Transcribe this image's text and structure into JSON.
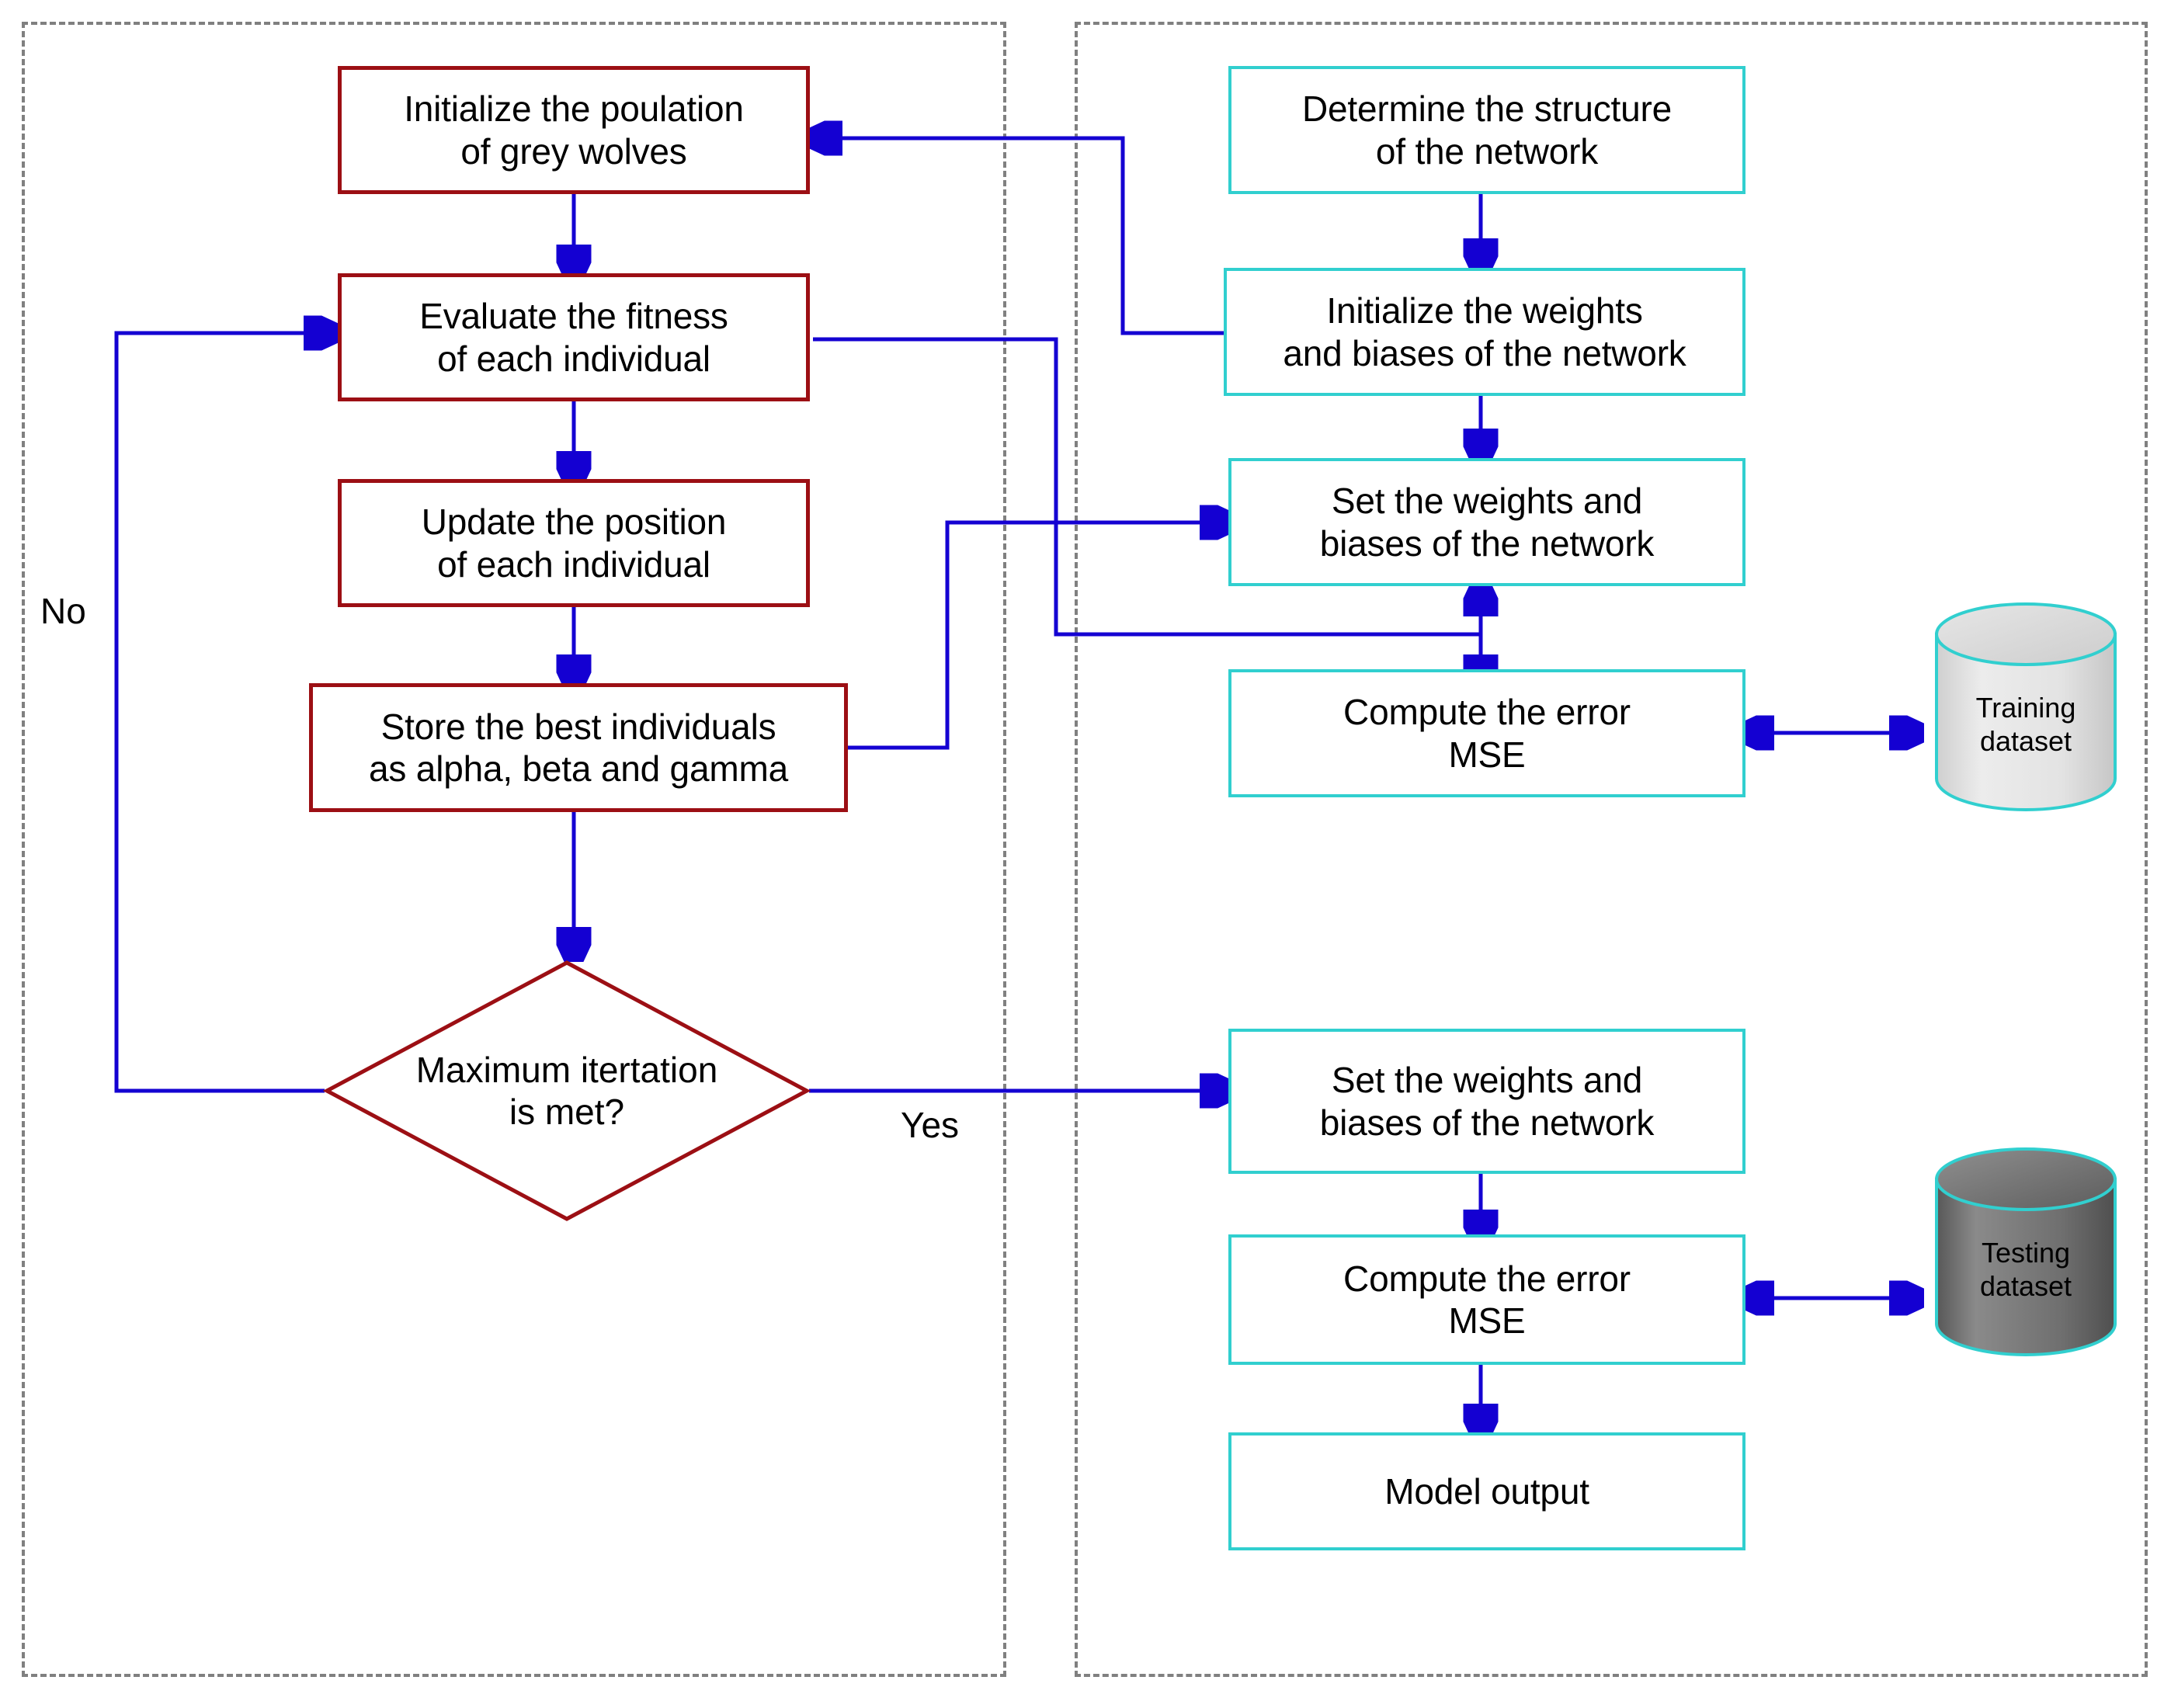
{
  "diagram": {
    "title": "Grey Wolf Optimizer trained neural network flowchart",
    "colors": {
      "gwo_box_border": "#9c0f14",
      "ann_box_border": "#31cfcf",
      "connector": "#1400d2",
      "panel_border": "#808080",
      "training_cylinder_fill": "#e2e2e2",
      "testing_cylinder_fill": "#6e6e6e"
    }
  },
  "panels": {
    "left": {
      "name": "gwo-panel"
    },
    "right": {
      "name": "ann-panel"
    }
  },
  "gwo": {
    "nodes": [
      {
        "id": "init-population",
        "label": "Initialize the poulation\nof grey wolves"
      },
      {
        "id": "evaluate-fitness",
        "label": "Evaluate the fitness\nof each individual"
      },
      {
        "id": "update-position",
        "label": "Update the position\nof each individual"
      },
      {
        "id": "store-best",
        "label": "Store the best individuals\nas alpha, beta and gamma"
      }
    ],
    "decision": {
      "id": "max-iteration",
      "label": "Maximum itertation\nis met?"
    },
    "edge_labels": {
      "no": "No",
      "yes": "Yes"
    }
  },
  "ann": {
    "nodes": [
      {
        "id": "determine-structure",
        "label": "Determine the structure\nof the network"
      },
      {
        "id": "init-weights",
        "label": "Initialize the weights\nand biases of the network"
      },
      {
        "id": "set-weights-train",
        "label": "Set the weights and\nbiases of the network"
      },
      {
        "id": "compute-error-train",
        "label": "Compute the error\nMSE"
      },
      {
        "id": "set-weights-test",
        "label": "Set the weights and\nbiases of the network"
      },
      {
        "id": "compute-error-test",
        "label": "Compute the error\nMSE"
      },
      {
        "id": "model-output",
        "label": "Model output"
      }
    ],
    "datastores": [
      {
        "id": "training-dataset",
        "label": "Training\ndataset"
      },
      {
        "id": "testing-dataset",
        "label": "Testing\ndataset"
      }
    ]
  }
}
